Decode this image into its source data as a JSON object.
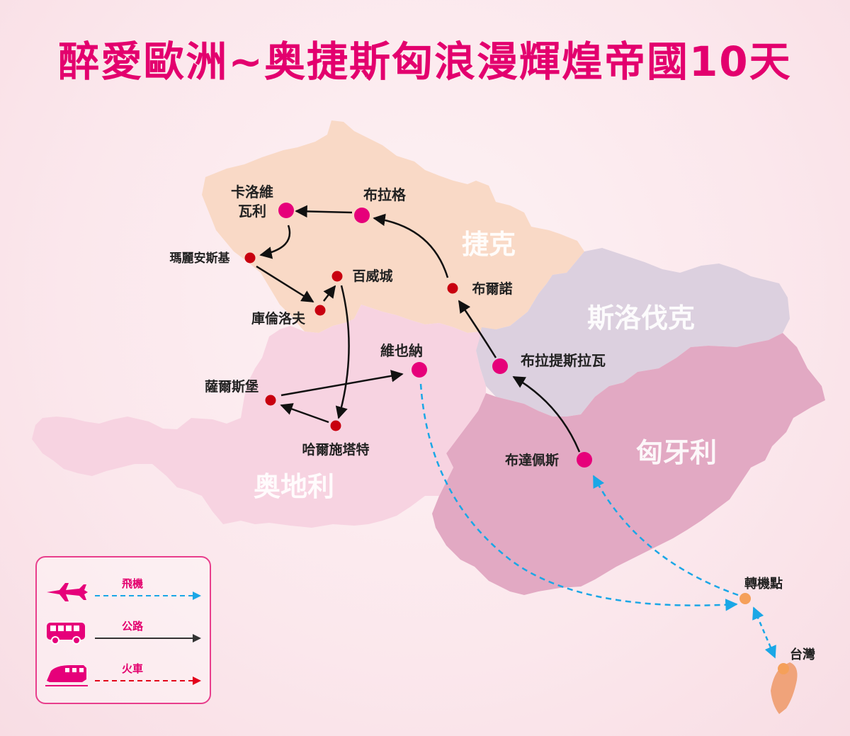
{
  "title": "醉愛歐洲~奥捷斯匈浪漫輝煌帝國10天",
  "countries": {
    "czech": "捷克",
    "slovakia": "斯洛伐克",
    "hungary": "匈牙利",
    "austria": "奥地利"
  },
  "cities": {
    "karlovy_vary_1": "卡洛維",
    "karlovy_vary_2": "瓦利",
    "prague": "布拉格",
    "marianske": "瑪麗安斯基",
    "pilsen": "百威城",
    "krumlov": "庫倫洛夫",
    "brno": "布爾諾",
    "vienna": "維也納",
    "bratislava": "布拉提斯拉瓦",
    "salzburg": "薩爾斯堡",
    "hallstatt": "哈爾施塔特",
    "budapest": "布達佩斯",
    "transit": "轉機點",
    "taiwan": "台灣"
  },
  "legend": {
    "flight": "飛機",
    "road": "公路",
    "train": "火車"
  },
  "colors": {
    "title": "#e3006e",
    "czech": "#f9d9c6",
    "slovakia": "#dcd0df",
    "hungary": "#e2a9c3",
    "austria": "#f7d3e1",
    "major_city": "#e6007a",
    "minor_city": "#c8000f",
    "transit_point": "#f5a05a",
    "flight_line": "#1aa7e6",
    "road_line": "#333333",
    "train_line": "#e3001b"
  }
}
